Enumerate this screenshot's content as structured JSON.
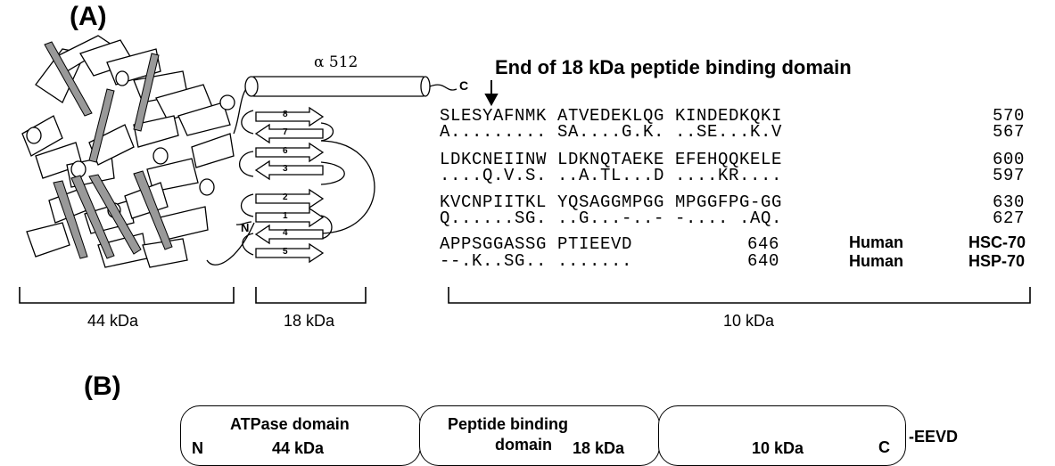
{
  "panel_a": {
    "label": "(A)",
    "helix_label": "α 512",
    "helix_end": "C",
    "n_label": "N",
    "strands": [
      "8",
      "7",
      "6",
      "3",
      "2",
      "1",
      "4",
      "5"
    ],
    "end_domain_label": "End of 18 kDa peptide binding domain",
    "sequence_blocks": [
      {
        "top": "SLESYAFNMK ATVEDEKLQG KINDEDKQKI",
        "top_num": "570",
        "bottom": "A......... SA....G.K. ..SE...K.V",
        "bottom_num": "567"
      },
      {
        "top": "LDKCNEIINW LDKNQTAEKE EFEHQQKELE",
        "top_num": "600",
        "bottom": "....Q.V.S. ..A.TL...D ....KR....",
        "bottom_num": "597"
      },
      {
        "top": "KVCNPIITKL YQSAGGMPGG MPGGFPG-GG",
        "top_num": "630",
        "bottom": "Q......SG. ..G...-..- -.... .AQ.",
        "bottom_num": "627"
      },
      {
        "top": "APPSGGASSG PTIEEVD",
        "top_num": "646",
        "bottom": "--.K..SG.. .......",
        "bottom_num": "640"
      }
    ],
    "species": [
      {
        "organism": "Human",
        "protein": "HSC-70"
      },
      {
        "organism": "Human",
        "protein": "HSP-70"
      }
    ],
    "brackets": [
      "44 kDa",
      "18 kDa",
      "10 kDa"
    ]
  },
  "panel_b": {
    "label": "(B)",
    "n_terminus": "N",
    "c_terminus": "C",
    "atpase_title": "ATPase domain",
    "atpase_size": "44 kDa",
    "peptide_title": "Peptide binding",
    "peptide_title2": "domain",
    "peptide_size": "18 kDa",
    "c_size": "10 kDa",
    "tail": "-EEVD"
  }
}
